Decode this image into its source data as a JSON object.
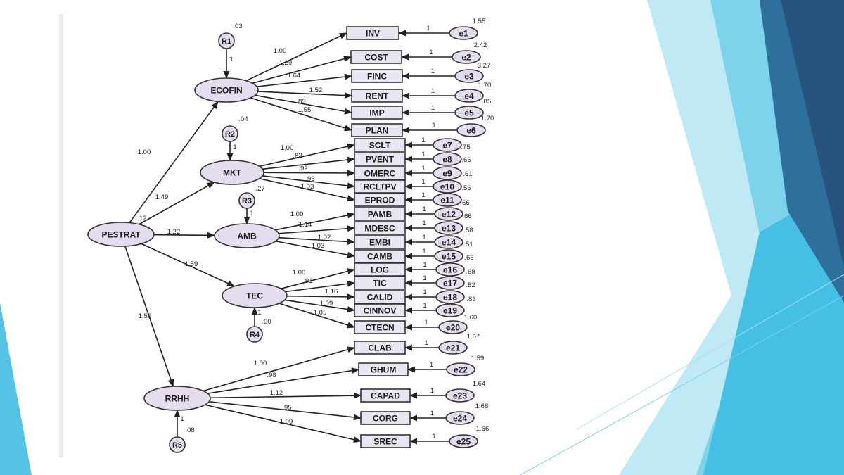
{
  "diagram": {
    "latents": [
      {
        "id": "PESTRAT",
        "label": "PESTRAT"
      },
      {
        "id": "ECOFIN",
        "label": "ECOFIN"
      },
      {
        "id": "MKT",
        "label": "MKT"
      },
      {
        "id": "AMB",
        "label": "AMB"
      },
      {
        "id": "TEC",
        "label": "TEC"
      },
      {
        "id": "RRHH",
        "label": "RRHH"
      }
    ],
    "residuals": [
      {
        "id": "R1",
        "label": "R1",
        "variance": ".03",
        "path": "1"
      },
      {
        "id": "R2",
        "label": "R2",
        "variance": ".04",
        "path": "1"
      },
      {
        "id": "R3",
        "label": "R3",
        "variance": ".12",
        "path": "1"
      },
      {
        "id": "R4",
        "label": "R4",
        "variance": ".00",
        "path": "1"
      },
      {
        "id": "R5",
        "label": "R5",
        "variance": ".08",
        "path": "1"
      }
    ],
    "structural_paths": [
      {
        "from": "PESTRAT",
        "to": "ECOFIN",
        "weight": "1.00"
      },
      {
        "from": "PESTRAT",
        "to": "MKT",
        "weight": "1.49"
      },
      {
        "from": "PESTRAT",
        "to": "AMB",
        "weight": "1.22"
      },
      {
        "from": "PESTRAT",
        "to": "TEC",
        "weight": "1.59"
      },
      {
        "from": "PESTRAT",
        "to": "RRHH",
        "weight": "1.59"
      }
    ],
    "indicators": [
      {
        "label": "INV",
        "latent": "ECOFIN",
        "loading": "1.00",
        "error": "e1",
        "variance": "1.55"
      },
      {
        "label": "COST",
        "latent": "ECOFIN",
        "loading": "1.29",
        "error": "e2",
        "variance": "2.42"
      },
      {
        "label": "FINC",
        "latent": "ECOFIN",
        "loading": "1.64",
        "error": "e3",
        "variance": "3.27"
      },
      {
        "label": "RENT",
        "latent": "ECOFIN",
        "loading": "1.52",
        "error": "e4",
        "variance": "1.70"
      },
      {
        "label": "IMP",
        "latent": "ECOFIN",
        "loading": ".83",
        "error": "e5",
        "variance": "1.85"
      },
      {
        "label": "PLAN",
        "latent": "ECOFIN",
        "loading": "1.55",
        "error": "e6",
        "variance": "1.70"
      },
      {
        "label": "SCLT",
        "latent": "MKT",
        "loading": "1.00",
        "error": "e7",
        "variance": ".75"
      },
      {
        "label": "PVENT",
        "latent": "MKT",
        "loading": ".82",
        "error": "e8",
        "variance": ".66"
      },
      {
        "label": "OMERC",
        "latent": "MKT",
        "loading": ".92",
        "error": "e9",
        "variance": ".61"
      },
      {
        "label": "RCLTPV",
        "latent": "MKT",
        "loading": ".96",
        "error": "e10",
        "variance": ".56"
      },
      {
        "label": "EPROD",
        "latent": "MKT",
        "loading": "1.03",
        "error": "e11",
        "variance": ".66"
      },
      {
        "label": "PAMB",
        "latent": "AMB",
        "loading": "1.00",
        "error": "e12",
        "variance": ".66"
      },
      {
        "label": "MDESC",
        "latent": "AMB",
        "loading": "1.14",
        "error": "e13",
        "variance": ".58"
      },
      {
        "label": "EMBI",
        "latent": "AMB",
        "loading": "1.02",
        "error": "e14",
        "variance": ".51"
      },
      {
        "label": "CAMB",
        "latent": "AMB",
        "loading": "1.03",
        "error": "e15",
        "variance": ".66"
      },
      {
        "label": "LOG",
        "latent": "TEC",
        "loading": "1.00",
        "error": "e16",
        "variance": ".68"
      },
      {
        "label": "TIC",
        "latent": "TEC",
        "loading": ".91",
        "error": "e17",
        "variance": ".82"
      },
      {
        "label": "CALID",
        "latent": "TEC",
        "loading": "1.16",
        "error": "e18",
        "variance": ".83"
      },
      {
        "label": "CINNOV",
        "latent": "TEC",
        "loading": "1.09",
        "error": "e19",
        "variance": "1.60"
      },
      {
        "label": "CTECN",
        "latent": "TEC",
        "loading": "1.05",
        "error": "e20",
        "variance": "1.67"
      },
      {
        "label": "CLAB",
        "latent": "RRHH",
        "loading": "1.00",
        "error": "e21",
        "variance": "1.59"
      },
      {
        "label": "GHUM",
        "latent": "RRHH",
        "loading": ".98",
        "error": "e22",
        "variance": "1.64"
      },
      {
        "label": "CAPAD",
        "latent": "RRHH",
        "loading": "1.12",
        "error": "e23",
        "variance": "1.68"
      },
      {
        "label": "CORG",
        "latent": "RRHH",
        "loading": ".95",
        "error": "e24",
        "variance": "1.66"
      },
      {
        "label": "SREC",
        "latent": "RRHH",
        "loading": "1.09",
        "error": "e25",
        "variance": ""
      }
    ],
    "misc_labels": [
      ".27"
    ],
    "error_path_label": "1"
  },
  "colors": {
    "node_fill": "#e6dcf0",
    "box_fill": "#e8e6f2",
    "stroke": "#333333",
    "accent_light": "#bfe9f5",
    "accent_mid": "#55c3e3",
    "accent_dark": "#2a7fa8",
    "accent_navy": "#2f5f8a"
  }
}
